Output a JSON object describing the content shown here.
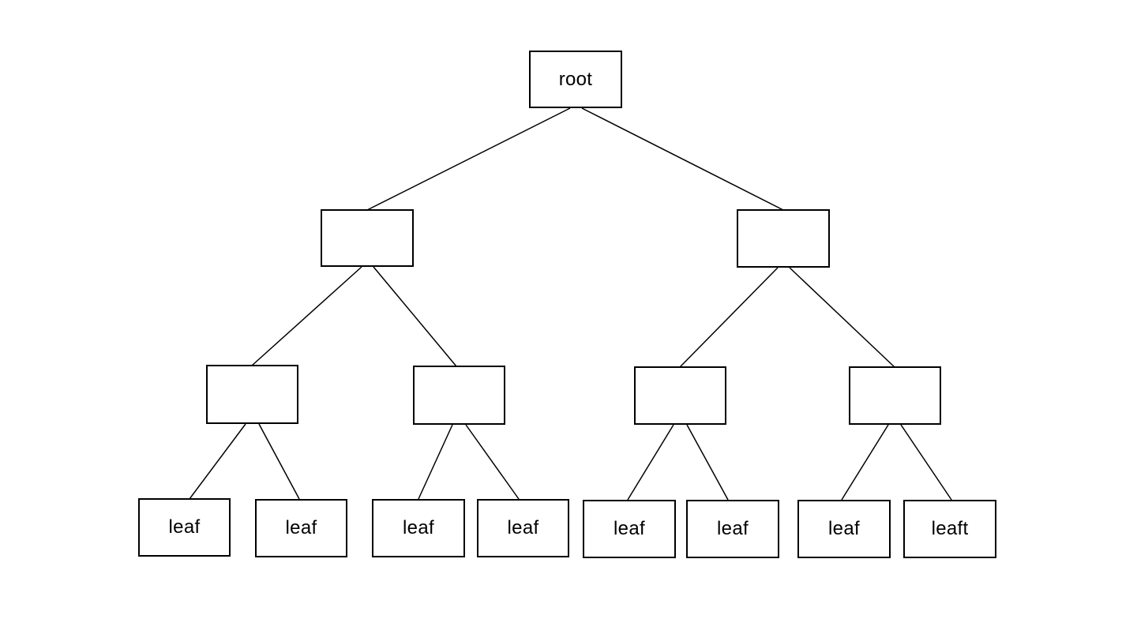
{
  "diagram": {
    "type": "tree",
    "background_color": "#ffffff",
    "node_border_color": "#000000",
    "node_fill_color": "#ffffff",
    "text_color": "#000000",
    "nodes": {
      "root": {
        "label": "root",
        "level": 0
      },
      "l2_1": {
        "label": "",
        "level": 1
      },
      "l2_2": {
        "label": "",
        "level": 1
      },
      "l3_1": {
        "label": "",
        "level": 2
      },
      "l3_2": {
        "label": "",
        "level": 2
      },
      "l3_3": {
        "label": "",
        "level": 2
      },
      "l3_4": {
        "label": "",
        "level": 2
      },
      "leaf_1": {
        "label": "leaf",
        "level": 3
      },
      "leaf_2": {
        "label": "leaf",
        "level": 3
      },
      "leaf_3": {
        "label": "leaf",
        "level": 3
      },
      "leaf_4": {
        "label": "leaf",
        "level": 3
      },
      "leaf_5": {
        "label": "leaf",
        "level": 3
      },
      "leaf_6": {
        "label": "leaf",
        "level": 3
      },
      "leaf_7": {
        "label": "leaf",
        "level": 3
      },
      "leaf_8": {
        "label": "leaft",
        "level": 3
      }
    },
    "edges": [
      {
        "from": "root",
        "to": "l2_1"
      },
      {
        "from": "root",
        "to": "l2_2"
      },
      {
        "from": "l2_1",
        "to": "l3_1"
      },
      {
        "from": "l2_1",
        "to": "l3_2"
      },
      {
        "from": "l2_2",
        "to": "l3_3"
      },
      {
        "from": "l2_2",
        "to": "l3_4"
      },
      {
        "from": "l3_1",
        "to": "leaf_1"
      },
      {
        "from": "l3_1",
        "to": "leaf_2"
      },
      {
        "from": "l3_2",
        "to": "leaf_3"
      },
      {
        "from": "l3_2",
        "to": "leaf_4"
      },
      {
        "from": "l3_3",
        "to": "leaf_5"
      },
      {
        "from": "l3_3",
        "to": "leaf_6"
      },
      {
        "from": "l3_4",
        "to": "leaf_7"
      },
      {
        "from": "l3_4",
        "to": "leaf_8"
      }
    ]
  }
}
